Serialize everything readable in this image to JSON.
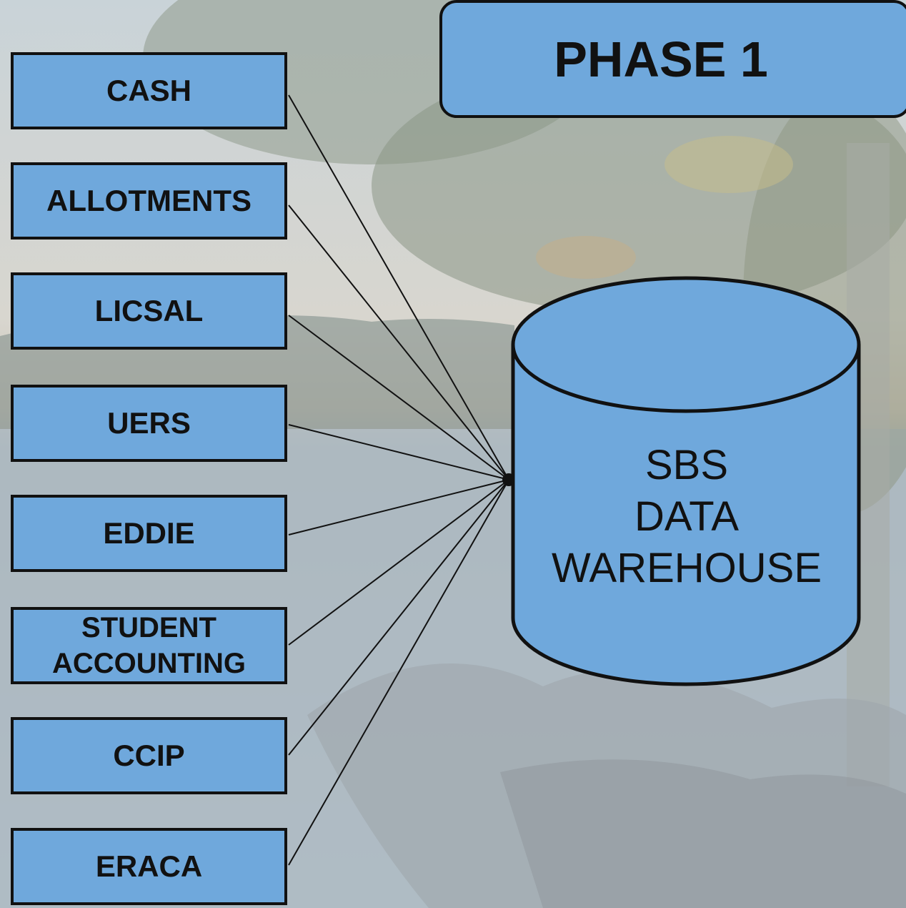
{
  "phase_title": "PHASE 1",
  "sources": [
    {
      "label": "CASH"
    },
    {
      "label": "ALLOTMENTS"
    },
    {
      "label": "LICSAL"
    },
    {
      "label": "UERS"
    },
    {
      "label": "EDDIE"
    },
    {
      "label": "STUDENT\nACCOUNTING"
    },
    {
      "label": "CCIP"
    },
    {
      "label": "ERACA"
    }
  ],
  "target": {
    "lines": [
      "SBS",
      "DATA",
      "WAREHOUSE"
    ]
  },
  "colors": {
    "box_fill": "#6fa8dc",
    "stroke": "#111111"
  }
}
